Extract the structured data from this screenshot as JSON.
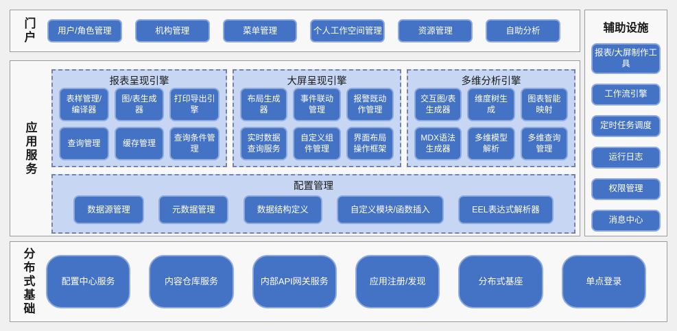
{
  "colors": {
    "page_bg": "#f0f0f0",
    "section_bg": "#f8f8f8",
    "section_border": "#9a9a9a",
    "panel_bg": "#c7d7f3",
    "panel_border": "#7581ad",
    "button_bg": "#4472c4",
    "button_border": "#8faadc",
    "button_text": "#ffffff",
    "label_text": "#1a1a1a"
  },
  "portal": {
    "label": "门户",
    "buttons": [
      "用户/角色管理",
      "机构管理",
      "菜单管理",
      "个人工作空间管理",
      "资源管理",
      "自助分析"
    ]
  },
  "app_services": {
    "label": "应用服务",
    "engines": [
      {
        "title": "报表呈现引擎",
        "buttons": [
          "表样管理/编译器",
          "图/表生成器",
          "打印导出引擎",
          "查询管理",
          "缓存管理",
          "查询条件管理"
        ]
      },
      {
        "title": "大屏呈现引擎",
        "buttons": [
          "布局生成器",
          "事件联动管理",
          "报警既动作管理",
          "实时数据查询服务",
          "自定义组件管理",
          "界面布局操作框架"
        ]
      },
      {
        "title": "多维分析引擎",
        "buttons": [
          "交互图/表生成器",
          "维度树生成",
          "图表智能映射",
          "MDX语法生成器",
          "多维模型解析",
          "多维查询管理"
        ]
      }
    ],
    "config": {
      "title": "配置管理",
      "buttons": [
        "数据源管理",
        "元数据管理",
        "数据结构定义",
        "自定义模块/函数插入",
        "EEL表达式解析器"
      ]
    }
  },
  "auxiliary": {
    "label": "辅助设施",
    "buttons": [
      "报表/大屏制作工具",
      "工作流引擎",
      "定时任务调度",
      "运行日志",
      "权限管理",
      "消息中心"
    ]
  },
  "distributed": {
    "label": "分布式基础",
    "buttons": [
      "配置中心服务",
      "内容仓库服务",
      "内部API网关服务",
      "应用注册/发现",
      "分布式基座",
      "单点登录"
    ]
  }
}
